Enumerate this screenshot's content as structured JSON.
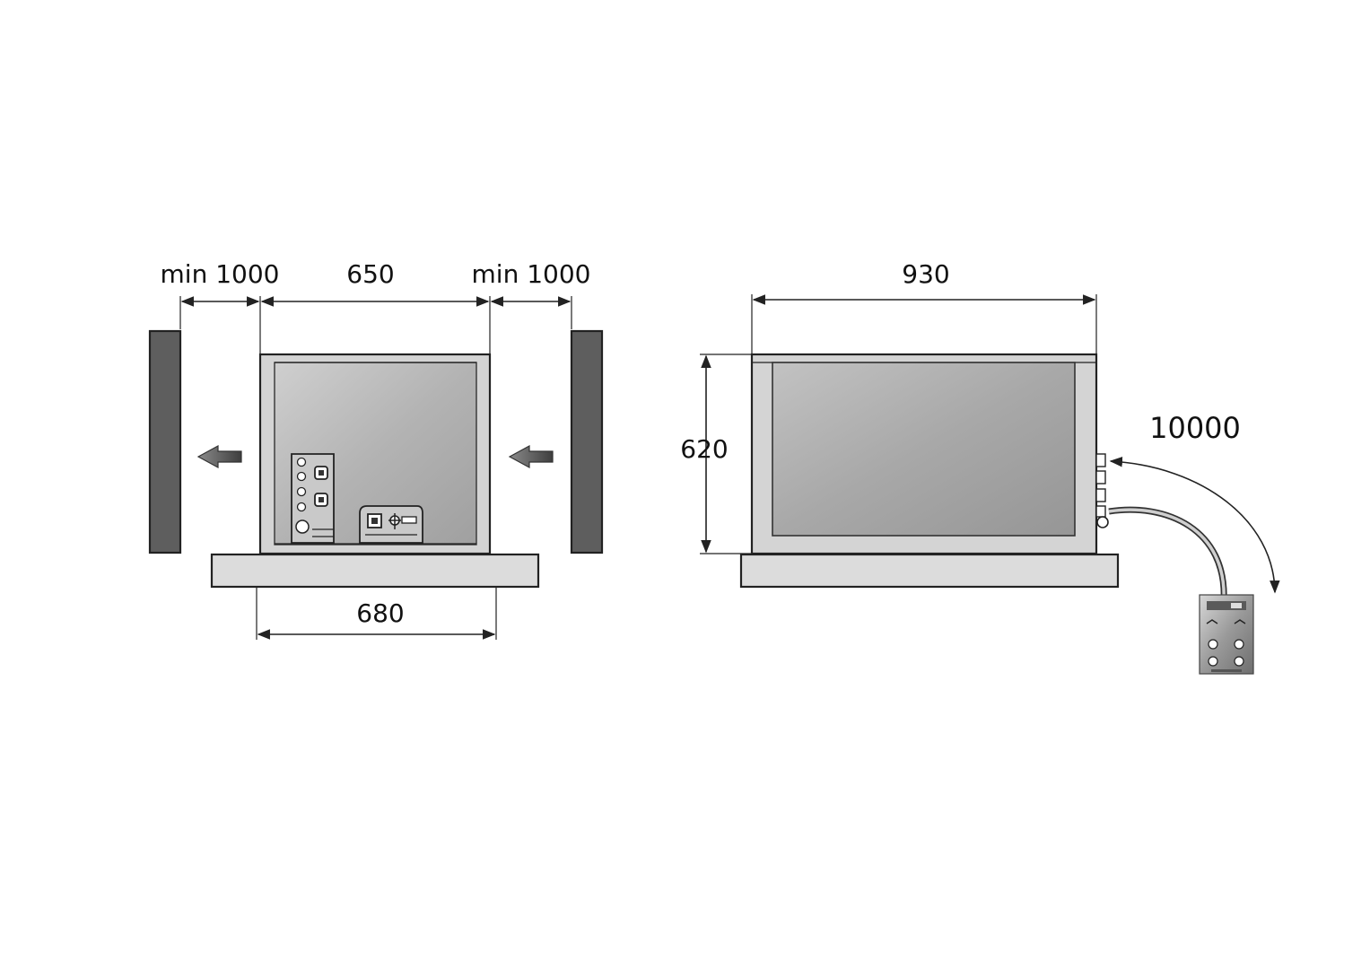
{
  "front_view": {
    "clearance_left_label": "min 1000",
    "width_label": "650",
    "clearance_right_label": "min 1000",
    "base_width_label": "680"
  },
  "side_view": {
    "length_label": "930",
    "height_label": "620",
    "cable_length_label": "10000"
  },
  "colors": {
    "wall": "#5e5e5e",
    "panel": "#b6b6b6",
    "frame": "#d4d4d4",
    "base": "#dcdcdc",
    "line": "#222222"
  }
}
